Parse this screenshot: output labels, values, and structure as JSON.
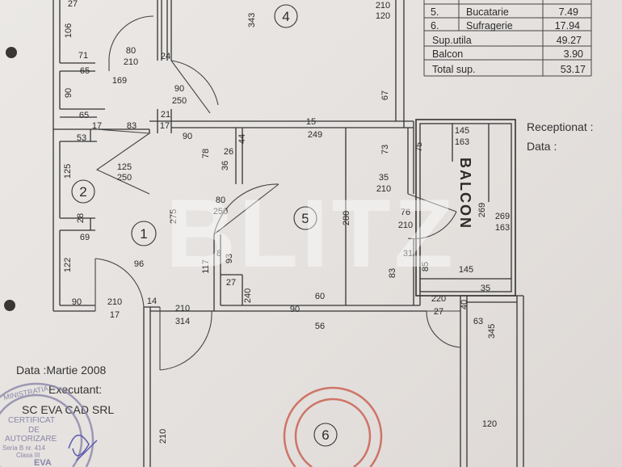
{
  "area_table": {
    "rows": [
      {
        "no": "5.",
        "room": "Bucatarie",
        "area": "7.49"
      },
      {
        "no": "6.",
        "room": "Sufragerie",
        "area": "17.94"
      }
    ],
    "totals": [
      {
        "label": "Sup.utila",
        "value": "49.27"
      },
      {
        "label": "Balcon",
        "value": "3.90"
      },
      {
        "label": "Total sup.",
        "value": "53.17"
      }
    ]
  },
  "reception": {
    "received_label": "Receptionat :",
    "date_label": "Data :"
  },
  "footer": {
    "date": "Data :Martie 2008",
    "executant_label": "Executant:",
    "company": "SC EVA CAD SRL"
  },
  "stamp_text": [
    "MINISTRATIA",
    "CERTIFICAT",
    "DE",
    "AUTORIZARE",
    "Seria B nr. 414",
    "Clasa III",
    "EVA"
  ],
  "watermark": "BLITZ",
  "balcony_label": "BALCON",
  "room_numbers": [
    "1",
    "2",
    "4",
    "5",
    "6"
  ],
  "dimensions": [
    "27",
    "106",
    "71",
    "65",
    "80",
    "210",
    "24",
    "343",
    "210",
    "120",
    "169",
    "90",
    "90",
    "250",
    "65",
    "21",
    "17",
    "83",
    "17",
    "53",
    "90",
    "78",
    "26",
    "44",
    "15",
    "249",
    "73",
    "75",
    "67",
    "145",
    "163",
    "125",
    "125",
    "250",
    "36",
    "35",
    "210",
    "80",
    "250",
    "280",
    "76",
    "210",
    "269",
    "269",
    "163",
    "28",
    "275",
    "69",
    "31",
    "145",
    "93",
    "8",
    "117",
    "122",
    "96",
    "83",
    "85",
    "35",
    "27",
    "240",
    "60",
    "220",
    "27",
    "40",
    "90",
    "210",
    "17",
    "14",
    "90",
    "210",
    "314",
    "56",
    "63",
    "345",
    "210",
    "120"
  ]
}
